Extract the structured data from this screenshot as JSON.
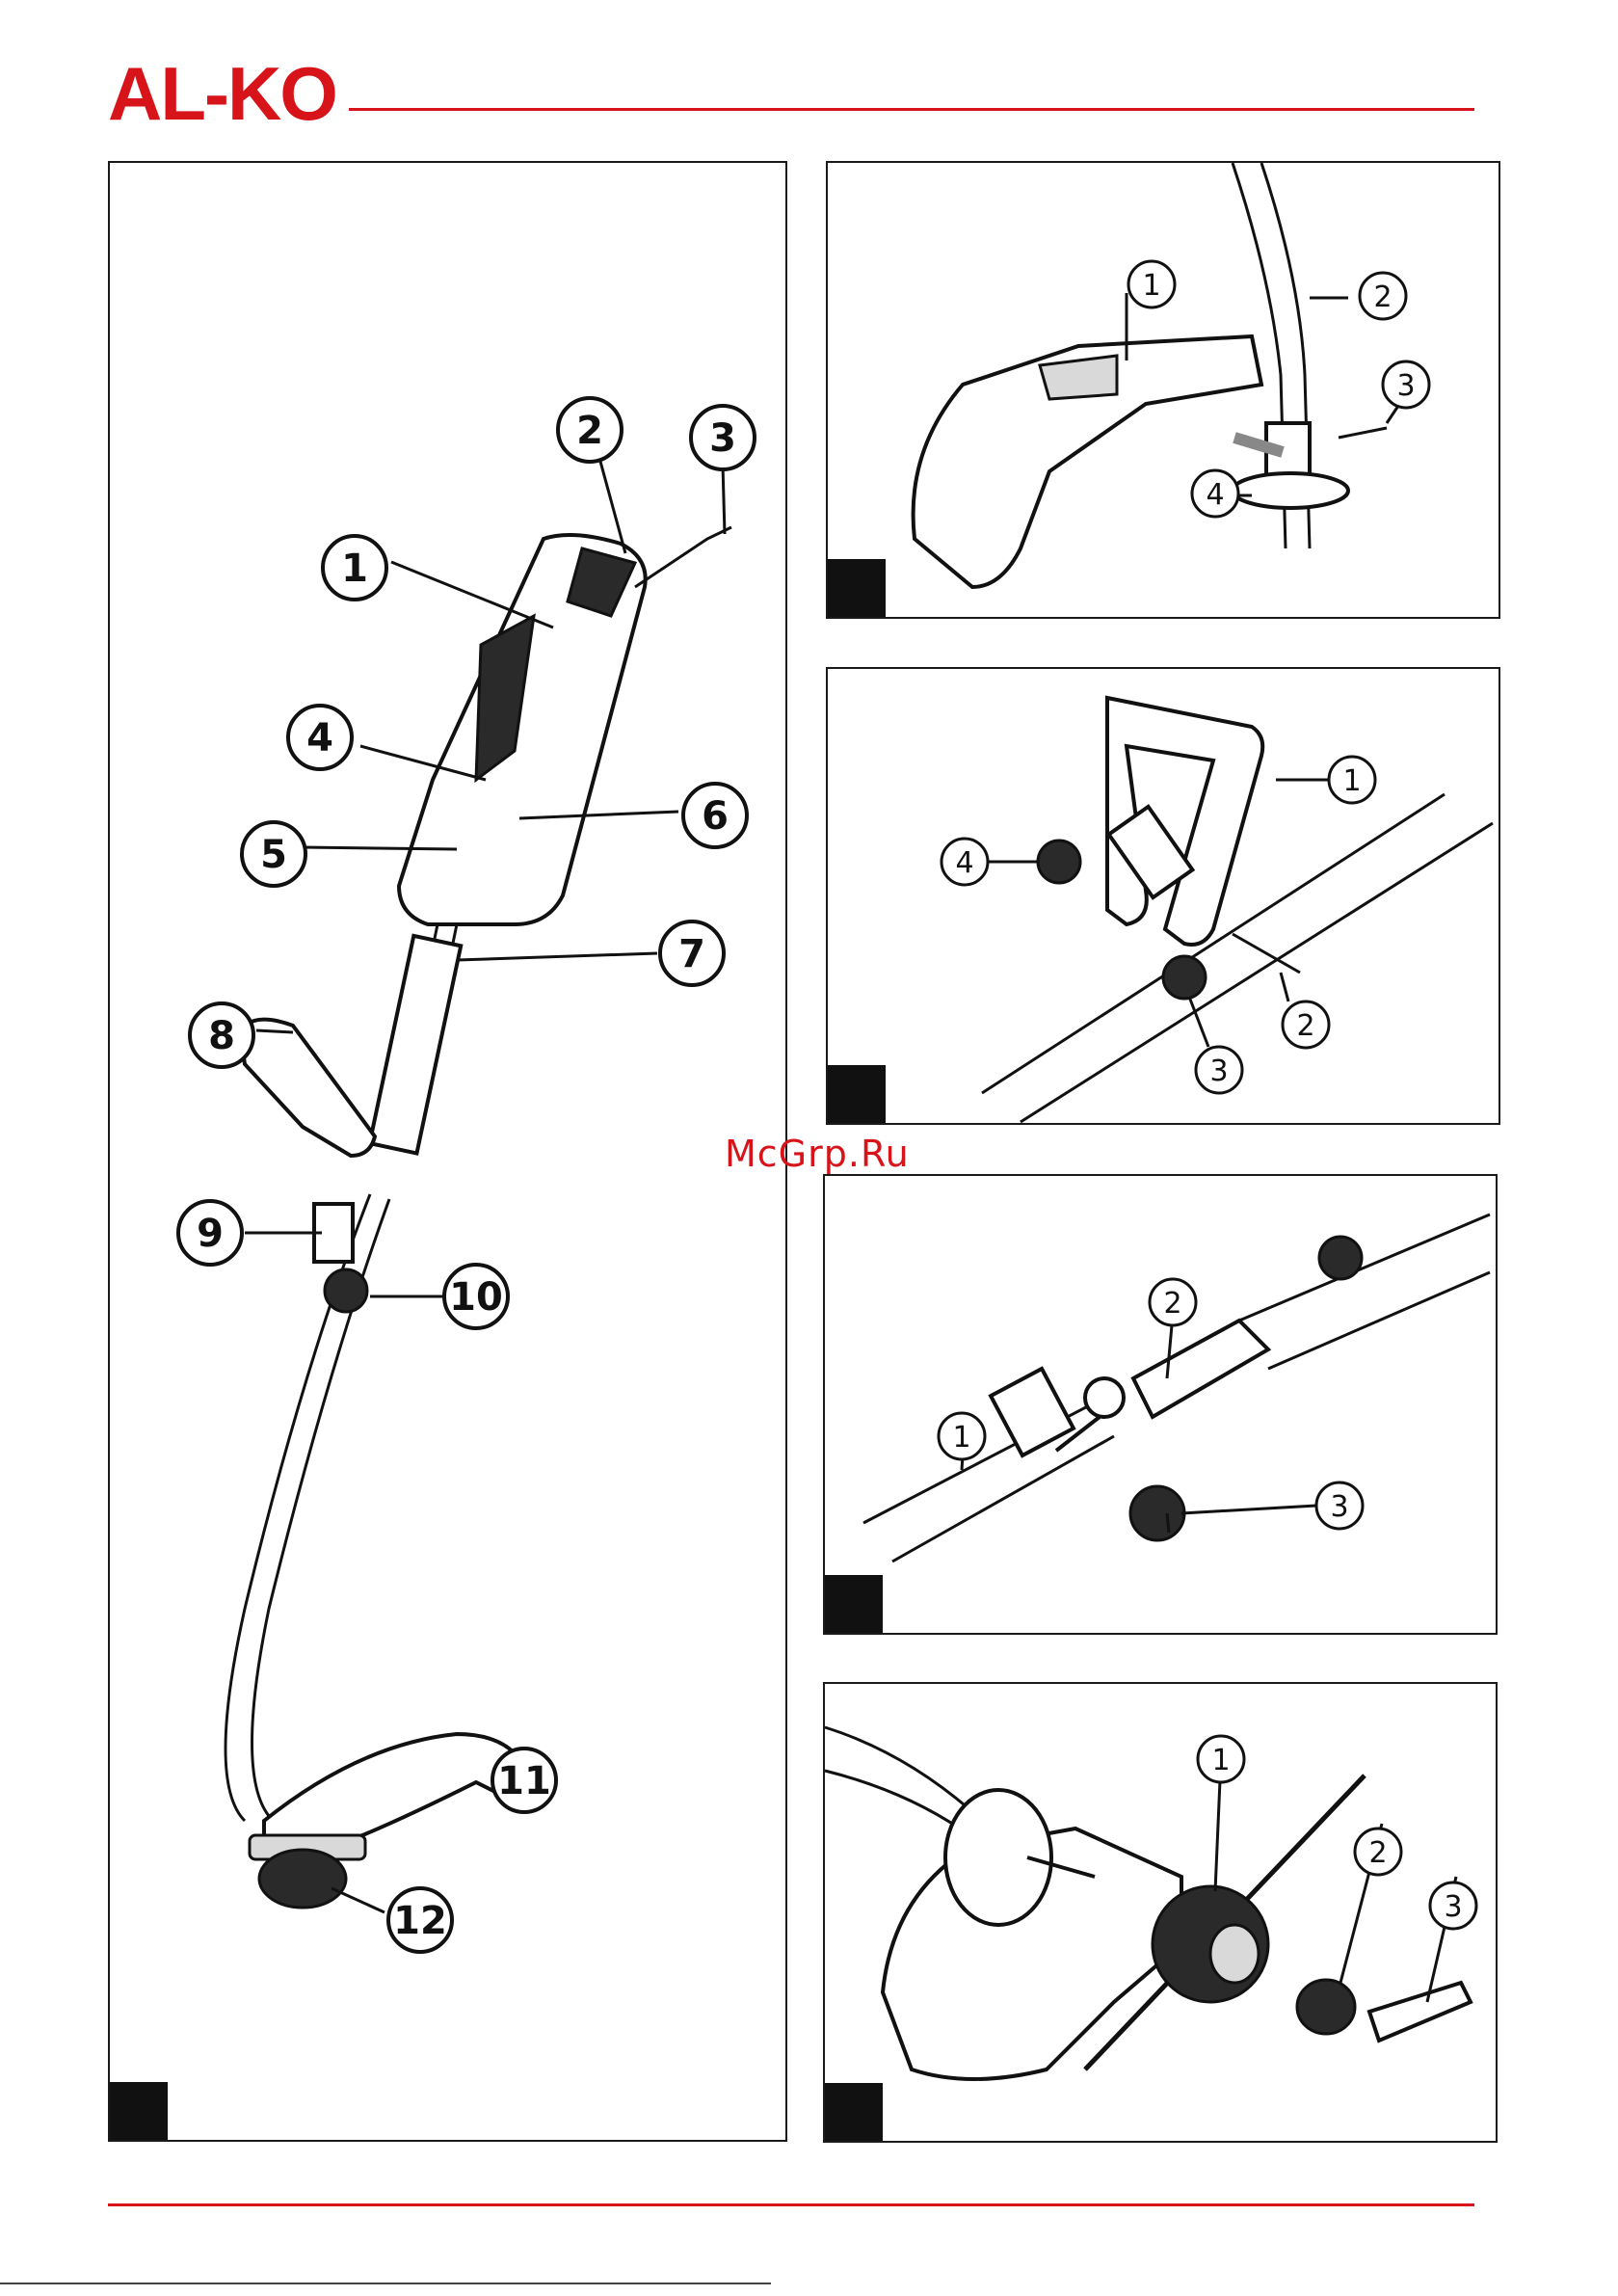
{
  "brand": {
    "logo_text": "AL-KO",
    "color": "#d7141a"
  },
  "watermark": "McGrp.Ru",
  "figures": [
    {
      "id": "overview",
      "callouts": [
        "1",
        "2",
        "3",
        "4",
        "5",
        "6",
        "7",
        "8",
        "9",
        "10",
        "11",
        "12"
      ]
    },
    {
      "id": "guard-mount",
      "callouts": [
        "1",
        "2",
        "3",
        "4"
      ]
    },
    {
      "id": "handle-mount",
      "callouts": [
        "1",
        "2",
        "3",
        "4"
      ]
    },
    {
      "id": "shaft-connect",
      "callouts": [
        "1",
        "2",
        "3"
      ]
    },
    {
      "id": "spool-mount",
      "callouts": [
        "1",
        "2",
        "3"
      ]
    }
  ]
}
